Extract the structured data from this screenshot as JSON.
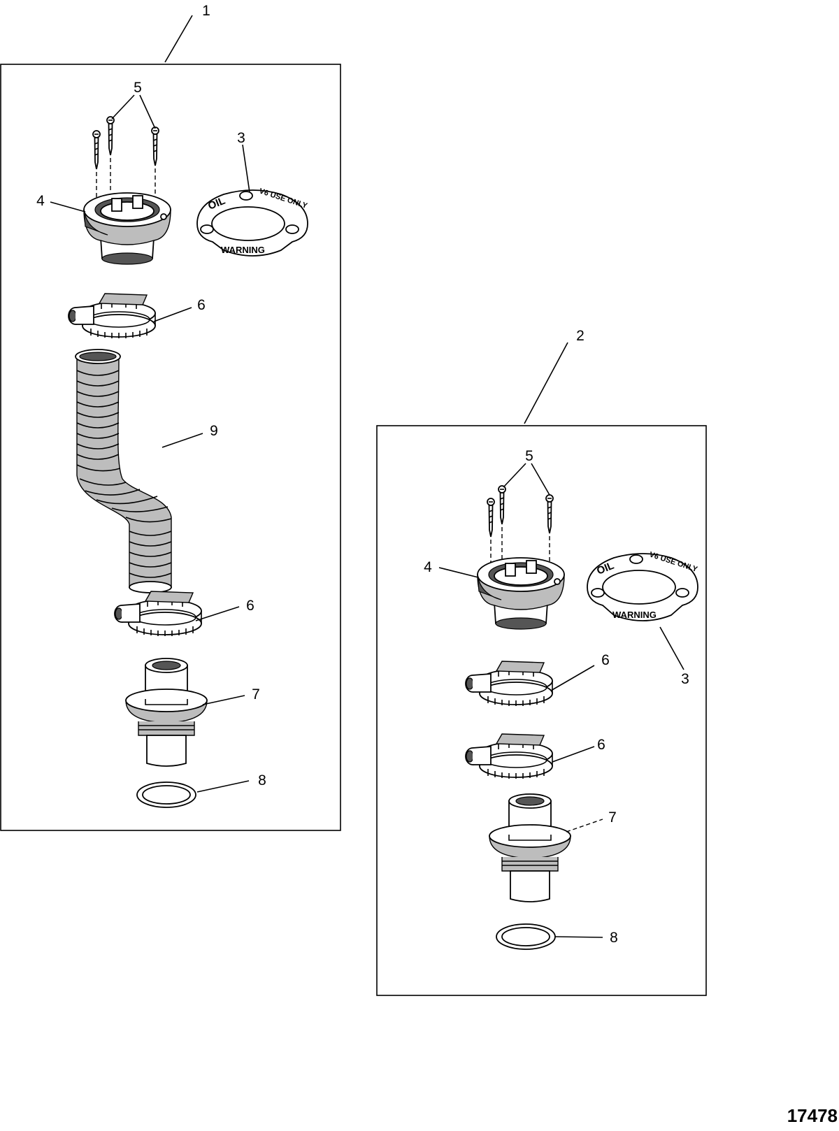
{
  "figure_number": "17478",
  "kits": [
    {
      "callout": "1",
      "parts": {
        "decal": "3",
        "cap": "4",
        "screws": "5",
        "clamp_upper": "6",
        "clamp_lower": "6",
        "fitting": "7",
        "gasket": "8",
        "hose": "9"
      },
      "decal": {
        "top_left": "OIL",
        "top_right": "V6 USE ONLY",
        "bottom": "WARNING"
      }
    },
    {
      "callout": "2",
      "parts": {
        "decal": "3",
        "cap": "4",
        "screws": "5",
        "clamp_upper": "6",
        "clamp_lower": "6",
        "fitting": "7",
        "gasket": "8"
      },
      "decal": {
        "top_left": "OIL",
        "top_right": "V6 USE ONLY",
        "bottom": "WARNING"
      }
    }
  ]
}
